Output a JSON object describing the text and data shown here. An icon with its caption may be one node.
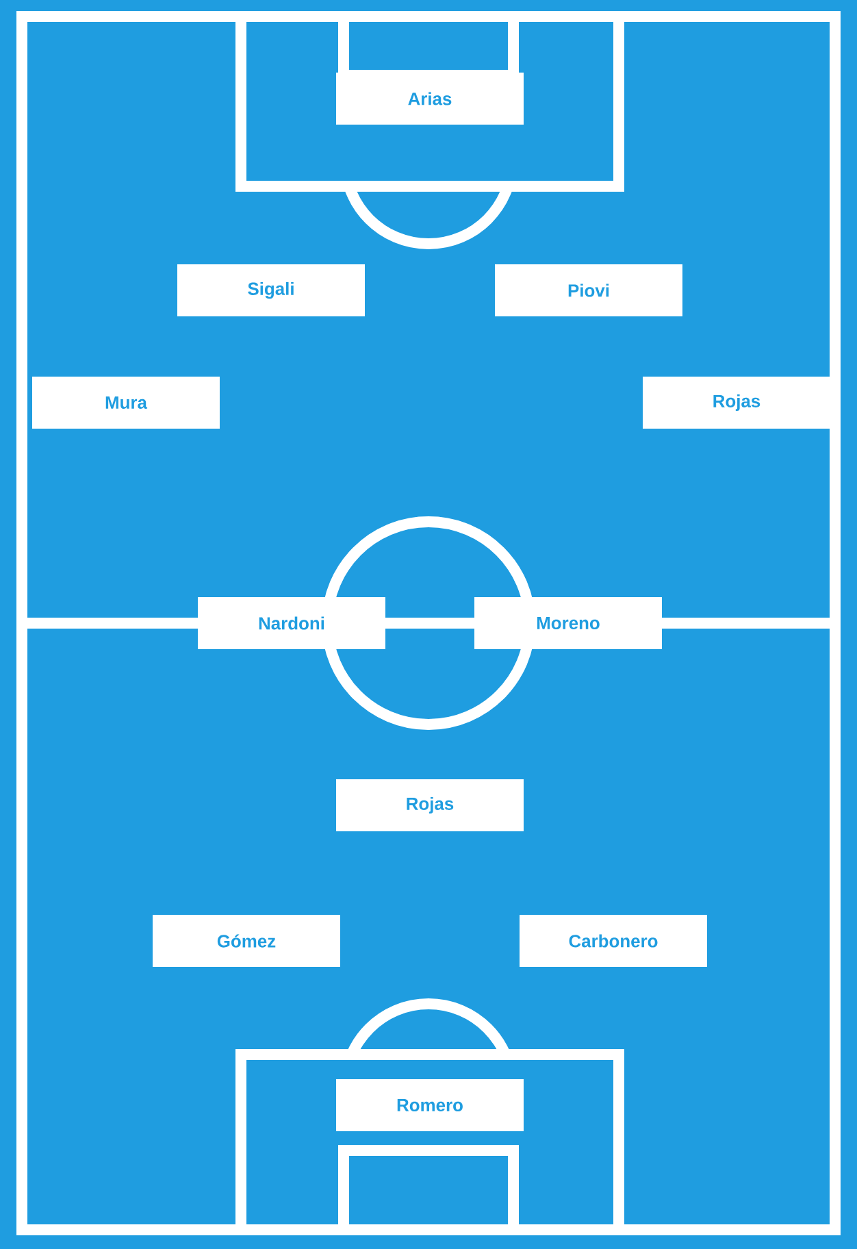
{
  "diagram": {
    "nodes": [
      {
        "text": [
          "Arias"
        ]
      },
      {
        "text": [
          "Sigali"
        ]
      },
      {
        "text": [
          "Piovi"
        ]
      },
      {
        "text": [
          "Mura"
        ]
      },
      {
        "text": [
          "Rojas"
        ]
      },
      {
        "text": [
          "Nardoni"
        ]
      },
      {
        "text": [
          "Moreno"
        ]
      },
      {
        "text": [
          "Rojas"
        ]
      },
      {
        "text": [
          "Gómez"
        ]
      },
      {
        "text": [
          "Carbonero"
        ]
      },
      {
        "text": [
          "Romero"
        ]
      }
    ]
  }
}
